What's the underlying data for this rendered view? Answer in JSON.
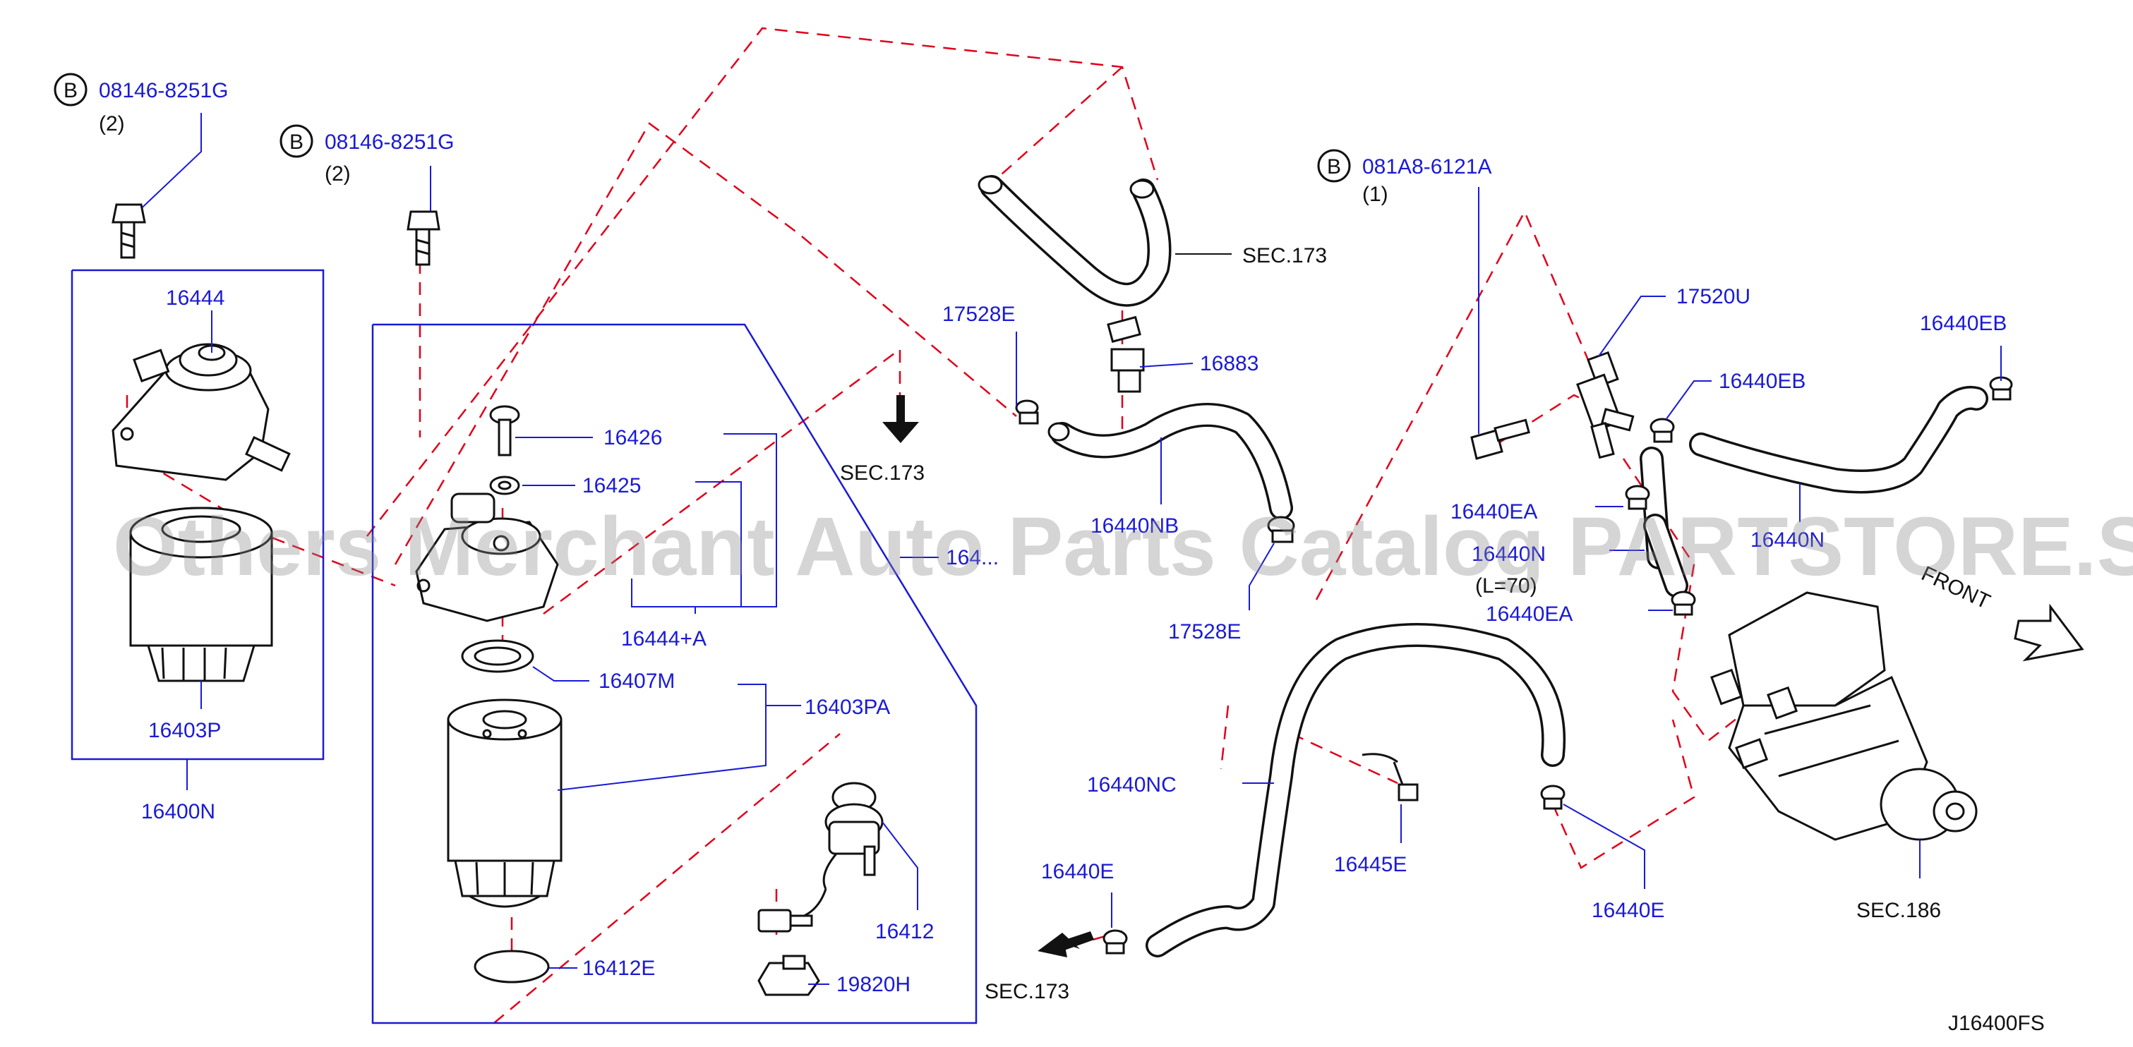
{
  "watermark": "Others Merchant Auto Parts Catalog PARTSTORE.SA",
  "diagram_code": "J16400FS",
  "bolt_marker": "B",
  "bolts": [
    {
      "part": "08146-8251G",
      "qty": "(2)"
    },
    {
      "part": "08146-8251G",
      "qty": "(2)"
    },
    {
      "part": "081A8-6121A",
      "qty": "(1)"
    }
  ],
  "parts": {
    "p16444": "16444",
    "p16403P": "16403P",
    "p16400N": "16400N",
    "p16426": "16426",
    "p16425": "16425",
    "p16444A": "16444+A",
    "p16407M": "16407M",
    "p16403PA": "16403PA",
    "p16412": "16412",
    "p16412E": "16412E",
    "p19820H": "19820H",
    "p17528E_a": "17528E",
    "p17528E_b": "17528E",
    "p16883": "16883",
    "p16440NB": "16440NB",
    "p16440_partial": "164...",
    "p17520U": "17520U",
    "p16440EB_a": "16440EB",
    "p16440EB_b": "16440EB",
    "p16440EA_a": "16440EA",
    "p16440EA_b": "16440EA",
    "p16440N_a": "16440N",
    "p16440N_b": "16440N",
    "p16440NC": "16440NC",
    "p16445E": "16445E",
    "p16440E_a": "16440E",
    "p16440E_b": "16440E"
  },
  "notes": {
    "length": "(L=70)"
  },
  "refs": {
    "sec173_a": "SEC.173",
    "sec173_b": "SEC.173",
    "sec173_c": "SEC.173",
    "sec186": "SEC.186",
    "front": "FRONT"
  },
  "colors": {
    "part_number": "#1a1ad6",
    "dashed_line": "#e0001a",
    "outline": "#111111"
  }
}
